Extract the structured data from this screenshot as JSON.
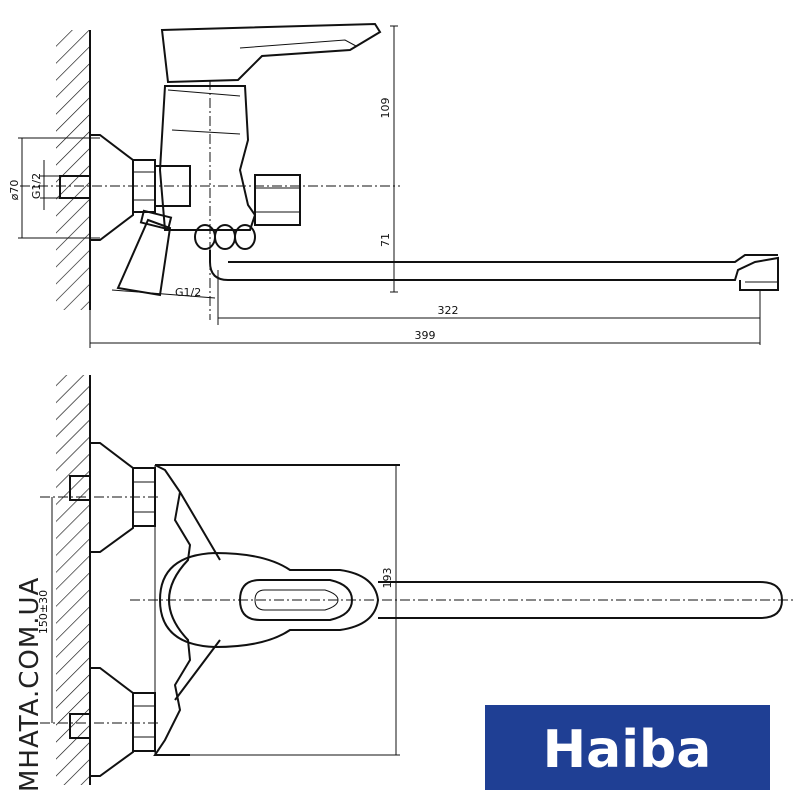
{
  "dimensions": {
    "height_top": "109",
    "height_spout": "71",
    "spout_reach": "322",
    "total_reach": "399",
    "flange_diameter": "ø70",
    "thread_inlet": "G1/2",
    "thread_outlet": "G1/2",
    "front_height": "193",
    "front_center_spacing": "150±30"
  },
  "watermark": "MHATA.COM.UA",
  "logo": {
    "text": "Haiba",
    "background": "#1F3F94",
    "color": "#FFFFFF"
  }
}
